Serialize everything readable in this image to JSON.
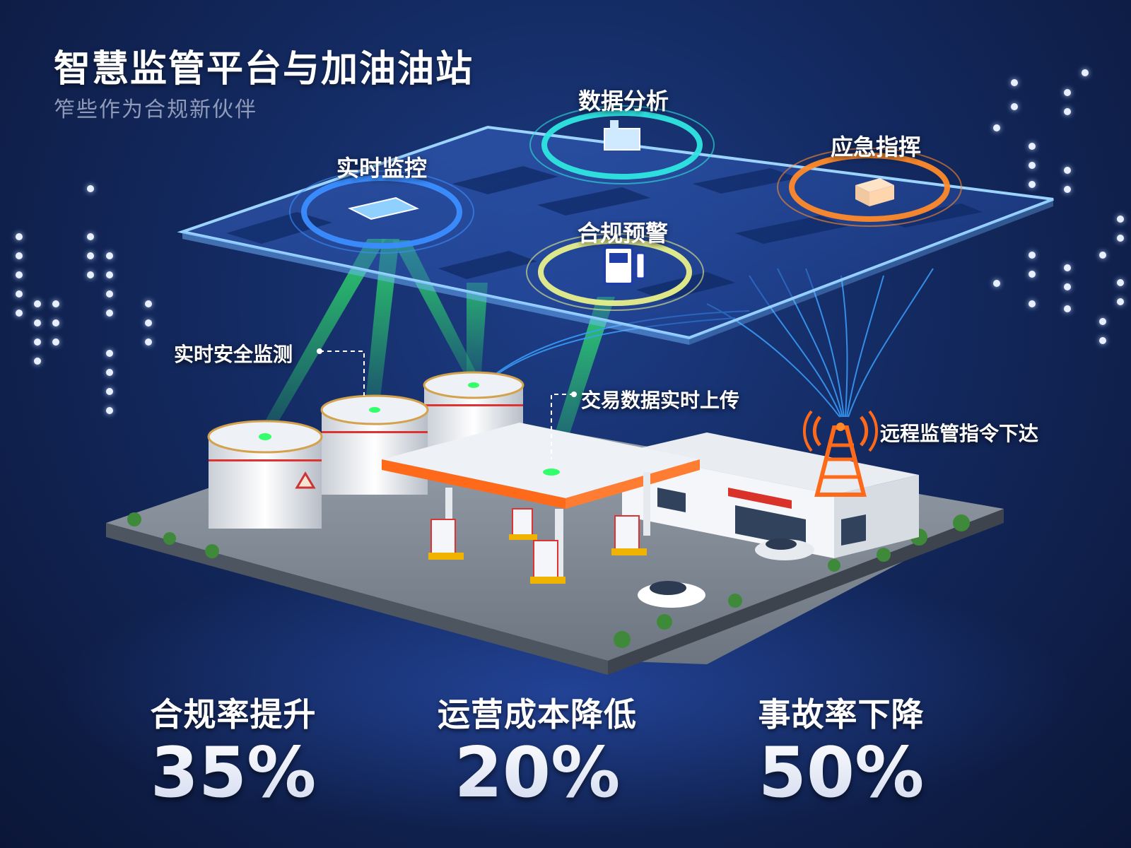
{
  "header": {
    "title": "智慧监管平台与加油油站",
    "subtitle": "笮些作为合规新伙伴"
  },
  "platform": {
    "modules": [
      {
        "label": "数据分析",
        "icon": "chart-icon",
        "color": "#2ee6e0"
      },
      {
        "label": "实时监控",
        "icon": "monitor-icon",
        "color": "#3a8dff"
      },
      {
        "label": "应急指挥",
        "icon": "building-icon",
        "color": "#ff8a2a"
      },
      {
        "label": "合规预警",
        "icon": "fuel-pump-icon",
        "color": "#e8f08a"
      }
    ]
  },
  "annotations": {
    "safety": "实时安全监测",
    "transaction": "交易数据实时上传",
    "remote": "远程监管指令下达"
  },
  "stats": [
    {
      "label": "合规率提升",
      "value": "35%"
    },
    {
      "label": "运营成本降低",
      "value": "20%"
    },
    {
      "label": "事故率下降",
      "value": "50%"
    }
  ],
  "colors": {
    "accent_green": "#33ff6a",
    "accent_blue": "#3aa0ff",
    "brand_orange": "#ff6a1a",
    "background": "#13295f"
  }
}
